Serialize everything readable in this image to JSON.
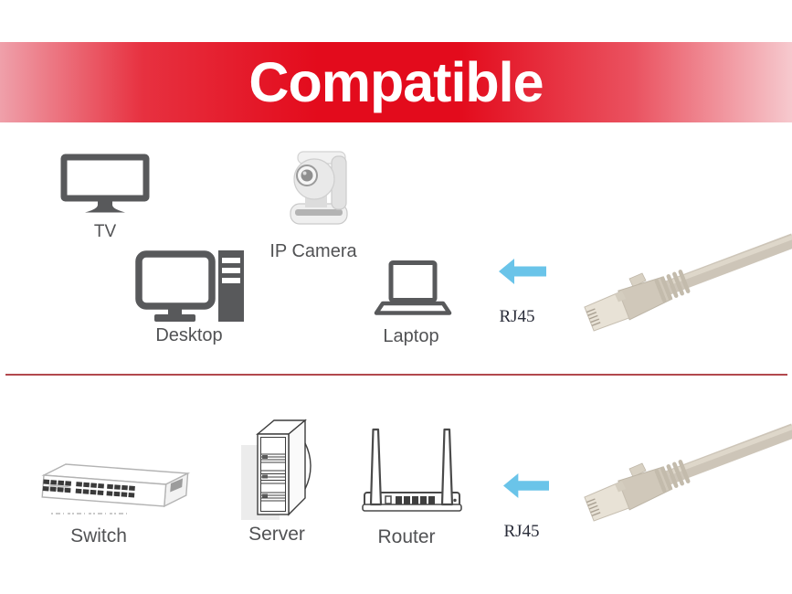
{
  "title": "Compatible",
  "colors": {
    "banner_center": "#e30b1c",
    "banner_edge_left": "#efa0aa",
    "banner_edge_right": "#f6c9ce",
    "divider": "#b2484d",
    "arrow": "#6ac4e9",
    "icon_stroke": "#58595b",
    "label_text": "#515254",
    "rj45_text": "#2a2d3a",
    "cable_beige": "#d0c8ba"
  },
  "top_section": {
    "devices": [
      {
        "id": "tv",
        "label": "TV"
      },
      {
        "id": "ip-camera",
        "label": "IP Camera"
      },
      {
        "id": "desktop",
        "label": "Desktop"
      },
      {
        "id": "laptop",
        "label": "Laptop"
      }
    ],
    "connector": {
      "label": "RJ45"
    }
  },
  "bottom_section": {
    "devices": [
      {
        "id": "switch",
        "label": "Switch"
      },
      {
        "id": "server",
        "label": "Server"
      },
      {
        "id": "router",
        "label": "Router"
      }
    ],
    "connector": {
      "label": "RJ45"
    }
  }
}
